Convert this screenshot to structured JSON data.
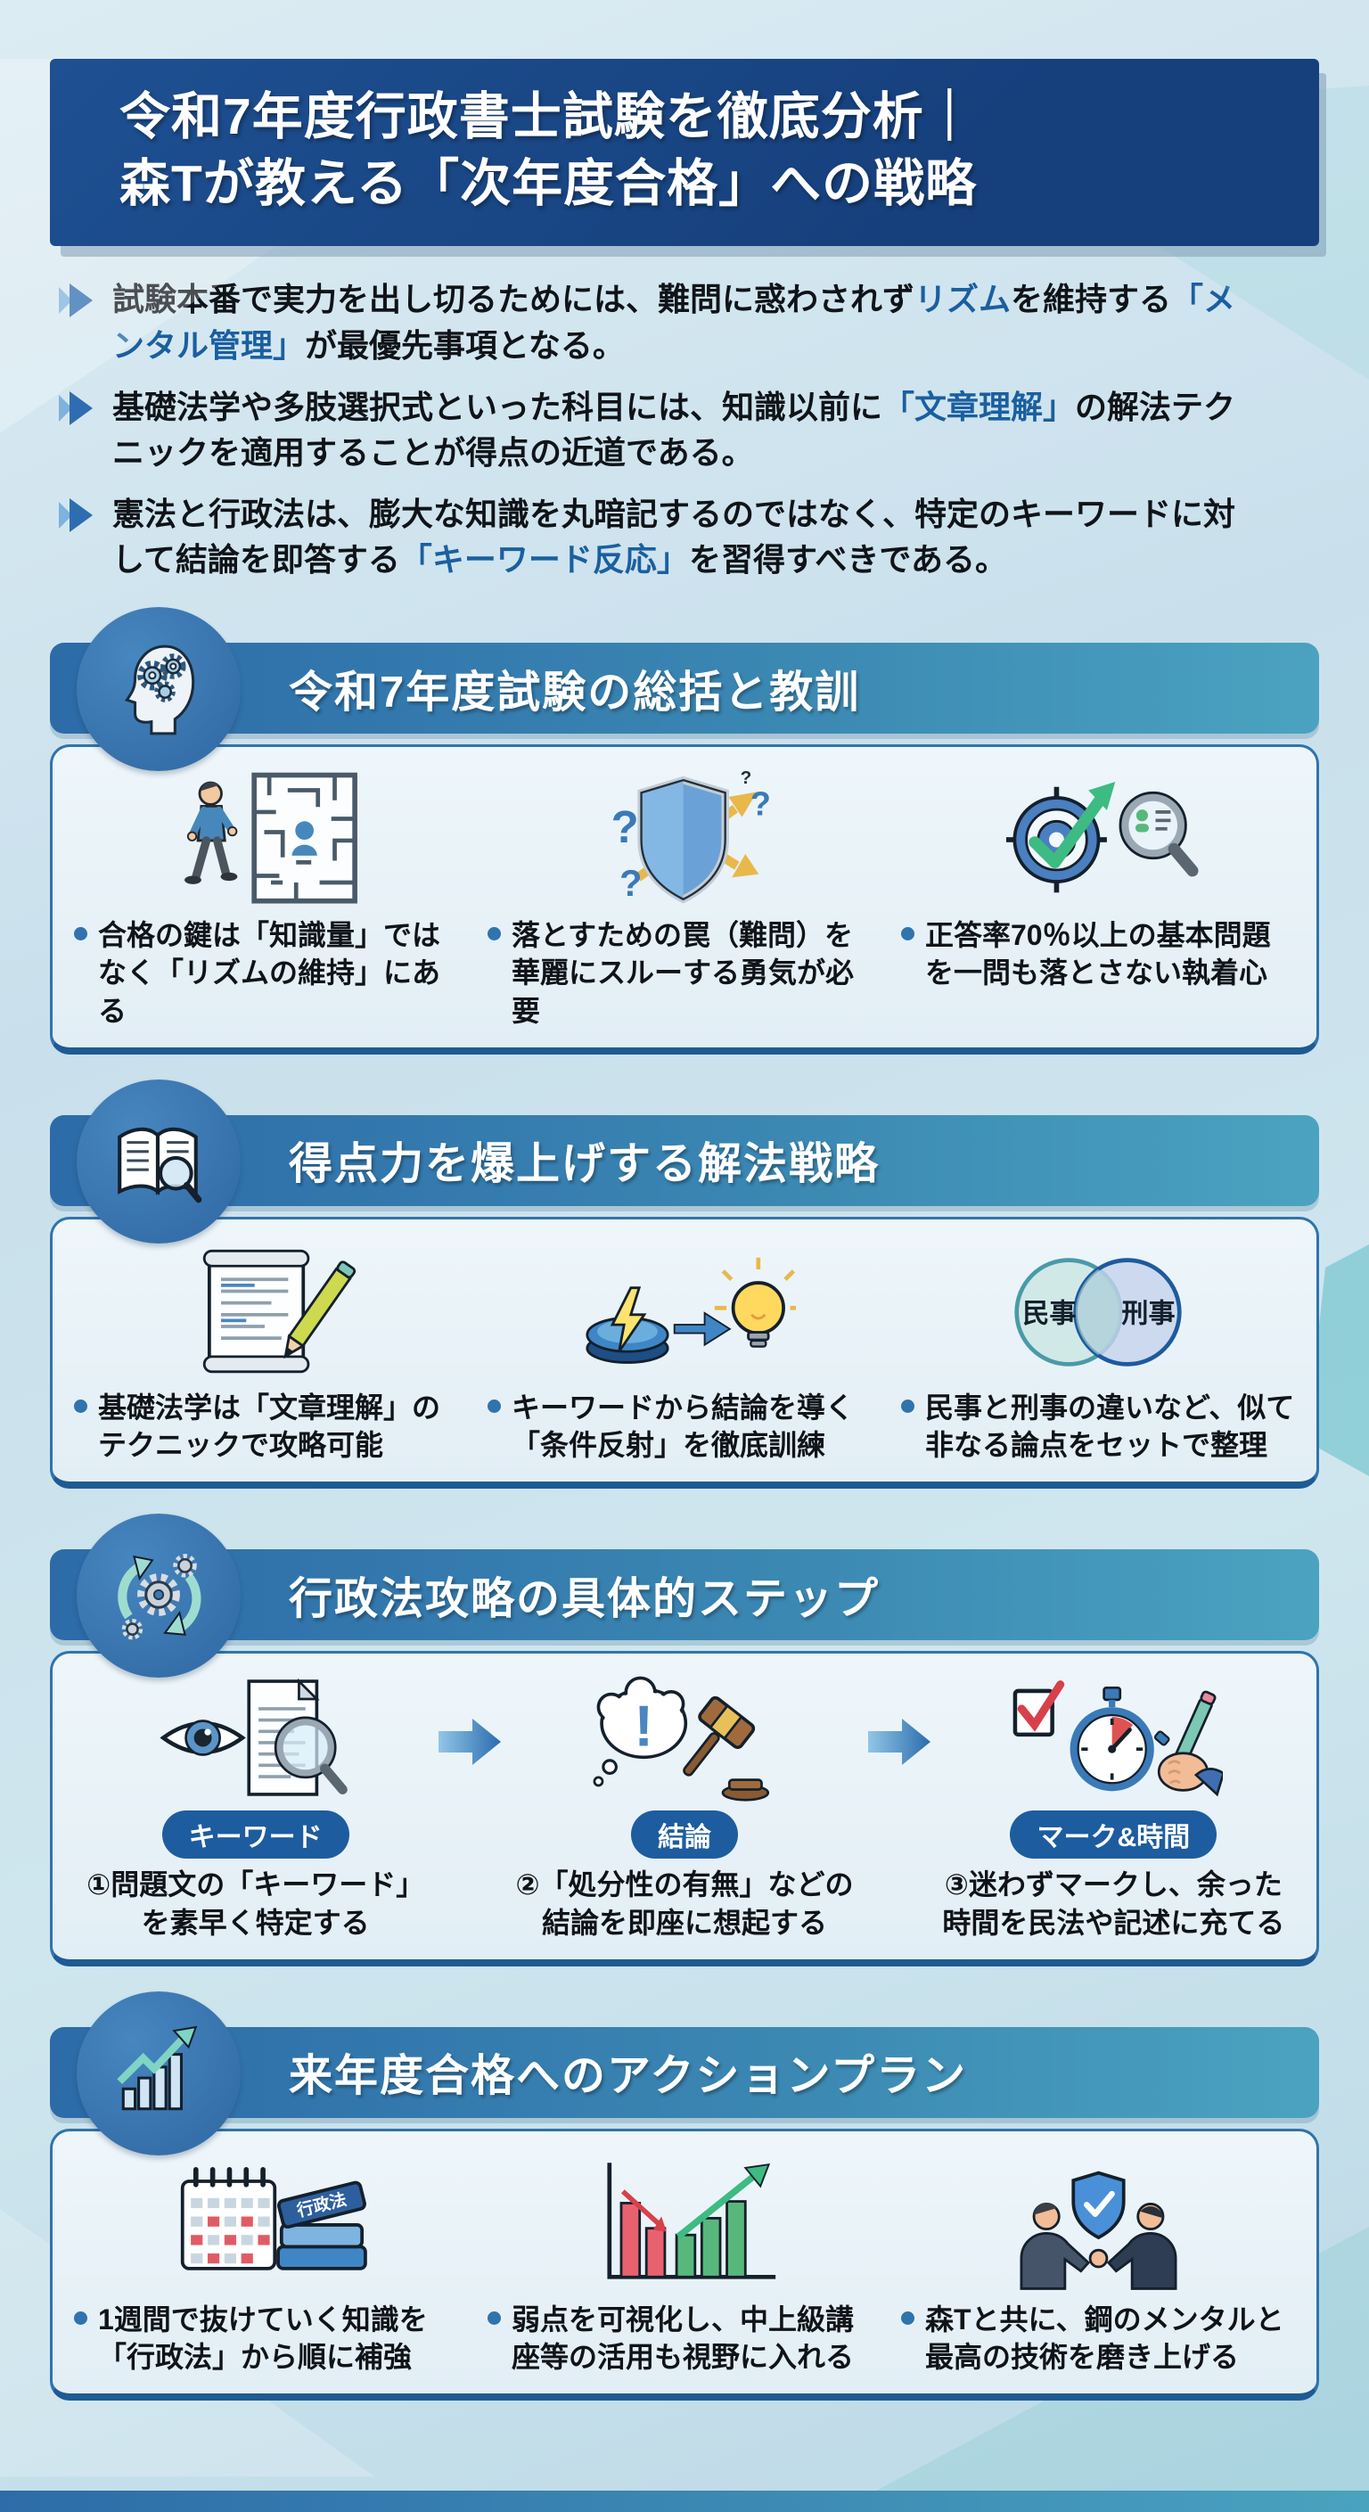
{
  "header": {
    "title_line1": "令和7年度行政書士試験を徹底分析｜",
    "title_line2": "森Tが教える「次年度合格」への戦略"
  },
  "summary": {
    "bullets": [
      {
        "t1": "試験本番で実力を出し切るためには、難問に惑わされず",
        "h1": "リズム",
        "t2": "を維持する",
        "h2": "「メンタル管理」",
        "t3": "が最優先事項となる。"
      },
      {
        "t1": "基礎法学や多肢選択式といった科目には、知識以前に",
        "h1": "「文章理解」",
        "t2": "の解法テクニックを適用することが得点の近道である。",
        "h2": "",
        "t3": ""
      },
      {
        "t1": "憲法と行政法は、膨大な知識を丸暗記するのではなく、特定のキーワードに対して結論を即答する",
        "h1": "「キーワード反応」",
        "t2": "を習得すべきである。",
        "h2": "",
        "t3": ""
      }
    ]
  },
  "sections": [
    {
      "icon": "brain-gears-icon",
      "title": "令和7年度試験の総括と教訓",
      "items": [
        {
          "icon": "walking-maze-icon",
          "text": "合格の鍵は「知識量」ではなく「リズムの維持」にある"
        },
        {
          "icon": "shield-trap-icon",
          "text": "落とすための罠（難問）を華麗にスルーする勇気が必要"
        },
        {
          "icon": "target-check-icon",
          "text": "正答率70％以上の基本問題を一問も落とさない執着心"
        }
      ]
    },
    {
      "icon": "book-magnifier-icon",
      "title": "得点力を爆上げする解法戦略",
      "items": [
        {
          "icon": "scroll-pencil-icon",
          "text": "基礎法学は「文章理解」のテクニックで攻略可能"
        },
        {
          "icon": "bolt-button-bulb-icon",
          "text": "キーワードから結論を導く「条件反射」を徹底訓練"
        },
        {
          "icon": "venn-diagram-icon",
          "text": "民事と刑事の違いなど、似て非なる論点をセットで整理",
          "venn": {
            "left": "民事",
            "right": "刑事"
          }
        }
      ]
    },
    {
      "icon": "gears-cycle-icon",
      "title": "行政法攻略の具体的ステップ",
      "steps": [
        {
          "icon": "eye-document-magnifier-icon",
          "badge": "キーワード",
          "text": "①問題文の「キーワード」を素早く特定する"
        },
        {
          "icon": "thought-gavel-icon",
          "badge": "結論",
          "text": "②「処分性の有無」などの結論を即座に想起する"
        },
        {
          "icon": "checkbox-stopwatch-hand-icon",
          "badge": "マーク&時間",
          "text": "③迷わずマークし、余った時間を民法や記述に充てる"
        }
      ]
    },
    {
      "icon": "growth-chart-icon",
      "title": "来年度合格へのアクションプラン",
      "items": [
        {
          "icon": "calendar-books-icon",
          "text": "1週間で抜けていく知識を「行政法」から順に補強"
        },
        {
          "icon": "weakness-chart-icon",
          "text": "弱点を可視化し、中上級講座等の活用も視野に入れる"
        },
        {
          "icon": "handshake-shield-icon",
          "text": "森Tと共に、鋼のメンタルと最高の技術を磨き上げる"
        }
      ]
    }
  ],
  "decor": {
    "book_spine_label": "行政法"
  },
  "colors": {
    "header_bg": "#1e5092",
    "accent_blue": "#1a5fa0",
    "banner_left": "#2c6ba8",
    "banner_right": "#4aa3c0",
    "card_border": "#2f74ad",
    "badge_pill": "#1d5c9f",
    "background": "#cde3ee"
  }
}
